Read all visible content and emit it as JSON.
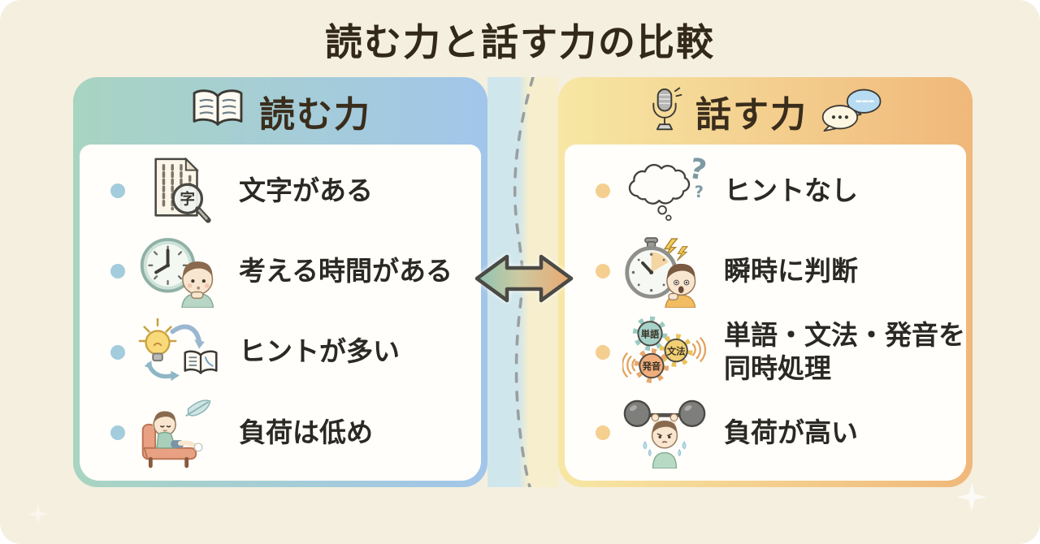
{
  "page": {
    "title": "読む力と話す力の比較"
  },
  "left_panel": {
    "title": "読む力",
    "header_icon": "open-book-icon",
    "items": [
      {
        "icon": "document-magnifier-icon",
        "label": "文字がある"
      },
      {
        "icon": "clock-thinking-child-icon",
        "label": "考える時間がある"
      },
      {
        "icon": "lightbulb-book-icon",
        "label": "ヒントが多い"
      },
      {
        "icon": "relaxing-child-icon",
        "label": "負荷は低め"
      }
    ],
    "colors": {
      "gradient_start": "#a8d4c2",
      "gradient_end": "#a2c6ea",
      "bullet": "#a3ccdc"
    }
  },
  "right_panel": {
    "title": "話す力",
    "header_icon": "microphone-icon",
    "header_icon_right": "speech-bubbles-icon",
    "items": [
      {
        "icon": "thought-bubble-question-icon",
        "label": "ヒントなし"
      },
      {
        "icon": "stopwatch-child-icon",
        "label": "瞬時に判断"
      },
      {
        "icon": "gears-icon",
        "label": "単語・文法・発音を\n同時処理"
      },
      {
        "icon": "barbell-child-icon",
        "label": "負荷が高い"
      }
    ],
    "colors": {
      "gradient_start": "#f7e7a4",
      "gradient_end": "#f0b87a",
      "bullet": "#f4cf90"
    }
  },
  "center": {
    "icon": "double-arrow-icon",
    "arrow_gradient": [
      "#8cc3b3",
      "#eba871"
    ],
    "divider_color": "#9a9f9f"
  },
  "decor": {
    "magnifier_char": "字",
    "gear_labels": [
      "単語",
      "文法",
      "発音"
    ],
    "question_mark_large": "?",
    "question_mark_small": "?"
  }
}
